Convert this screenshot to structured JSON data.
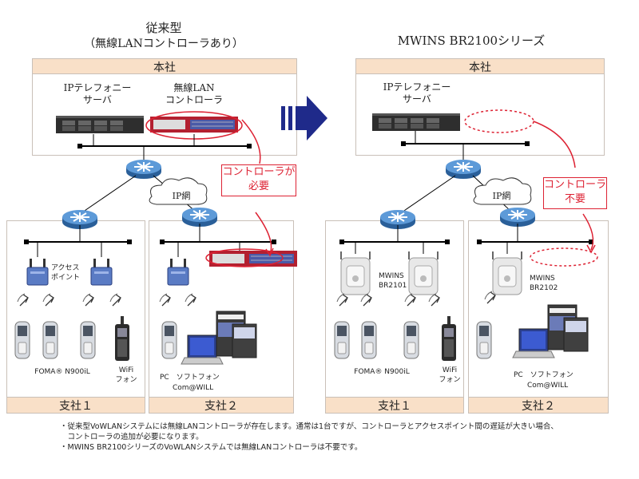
{
  "left": {
    "title": "従来型",
    "subtitle": "（無線LANコントローラあり）",
    "hq_label": "本社",
    "server_label": [
      "IPテレフォニー",
      "サーバ"
    ],
    "controller_label": [
      "無線LAN",
      "コントローラ"
    ],
    "ip_net": "IP網",
    "callout": [
      "コントローラが",
      "必要"
    ],
    "branch1_label": "支社１",
    "branch2_label": "支社２",
    "ap_label": [
      "アクセス",
      "ポイント"
    ],
    "phone_label": "FOMA® N900iL",
    "wifi_label": [
      "WiFi",
      "フォン"
    ],
    "pc_label": "PC　ソフトフォン",
    "comwill_label": "Com@WILL"
  },
  "right": {
    "title": "MWINS BR2100シリーズ",
    "hq_label": "本社",
    "server_label": [
      "IPテレフォニー",
      "サーバ"
    ],
    "ip_net": "IP網",
    "callout": [
      "コントローラ",
      "不要"
    ],
    "branch1_label": "支社１",
    "branch2_label": "支社２",
    "ap1_label": [
      "MWINS",
      "BR2101"
    ],
    "ap2_label": [
      "MWINS",
      "BR2102"
    ],
    "phone_label": "FOMA® N900iL",
    "wifi_label": [
      "WiFi",
      "フォン"
    ],
    "pc_label": "PC　ソフトフォン",
    "comwill_label": "Com@WILL"
  },
  "notes": [
    "・従来型VoWLANシステムには無線LANコントローラが存在します。通常は1台ですが、コントローラとアクセスポイント間の遅延が大きい場合、",
    "　コントローラの追加が必要になります。",
    "・MWINS BR2100シリーズのVoWLANシステムでは無線LANコントローラは不要です。"
  ],
  "colors": {
    "accent": "#dd2233",
    "band": "#f9e0c8",
    "router": "#3a7fc4",
    "arrow": "#1f2a8a"
  }
}
